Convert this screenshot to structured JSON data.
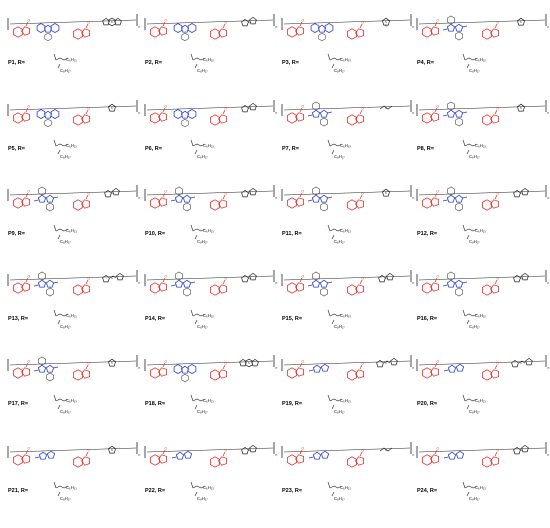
{
  "colors": {
    "acceptor": "#e8302a",
    "donor": "#2a3bd6",
    "bond": "#222222"
  },
  "side_chain": {
    "top": "C₆H₁₃",
    "bottom": "C₈H₁₇"
  },
  "polymers": [
    {
      "label": "P1, R=",
      "donor": "carbazole",
      "spacer": "benzodithiophene"
    },
    {
      "label": "P2, R=",
      "donor": "carbazole",
      "spacer": "bithiophene"
    },
    {
      "label": "P3, R=",
      "donor": "carbazole",
      "spacer": "thiazole"
    },
    {
      "label": "P4, R=",
      "donor": "fused",
      "spacer": "thiophene"
    },
    {
      "label": "P5, R=",
      "donor": "carbazole",
      "spacer": "thiophene"
    },
    {
      "label": "P6, R=",
      "donor": "carbazole",
      "spacer": "bithiophene"
    },
    {
      "label": "P7, R=",
      "donor": "fused",
      "spacer": "vinylene"
    },
    {
      "label": "P8, R=",
      "donor": "fused",
      "spacer": "thiophene"
    },
    {
      "label": "P9, R=",
      "donor": "fused",
      "spacer": "bithiophene"
    },
    {
      "label": "P10, R=",
      "donor": "fused",
      "spacer": "bithiophene"
    },
    {
      "label": "P11, R=",
      "donor": "fused",
      "spacer": "thiophene"
    },
    {
      "label": "P12, R=",
      "donor": "fused",
      "spacer": "bithiophene"
    },
    {
      "label": "P13, R=",
      "donor": "fused",
      "spacer": "vinylthiophene"
    },
    {
      "label": "P14, R=",
      "donor": "fused",
      "spacer": "bithiophene"
    },
    {
      "label": "P15, R=",
      "donor": "fused",
      "spacer": "bithiophene"
    },
    {
      "label": "P16, R=",
      "donor": "fused",
      "spacer": "bithiophene"
    },
    {
      "label": "P17, R=",
      "donor": "fused",
      "spacer": "thiophene"
    },
    {
      "label": "P18, R=",
      "donor": "carbazole",
      "spacer": "benzodithiophene"
    },
    {
      "label": "P19, R=",
      "donor": "pyrrole",
      "spacer": "vinylthiophene"
    },
    {
      "label": "P20, R=",
      "donor": "pyrrole",
      "spacer": "vinylthiophene"
    },
    {
      "label": "P21, R=",
      "donor": "pyrrole",
      "spacer": "thiophene"
    },
    {
      "label": "P22, R=",
      "donor": "pyrrole",
      "spacer": "bithiophene"
    },
    {
      "label": "P23, R=",
      "donor": "pyrrole",
      "spacer": "vinylene"
    },
    {
      "label": "P24, R=",
      "donor": "pyrrole",
      "spacer": "bithiophene"
    }
  ]
}
